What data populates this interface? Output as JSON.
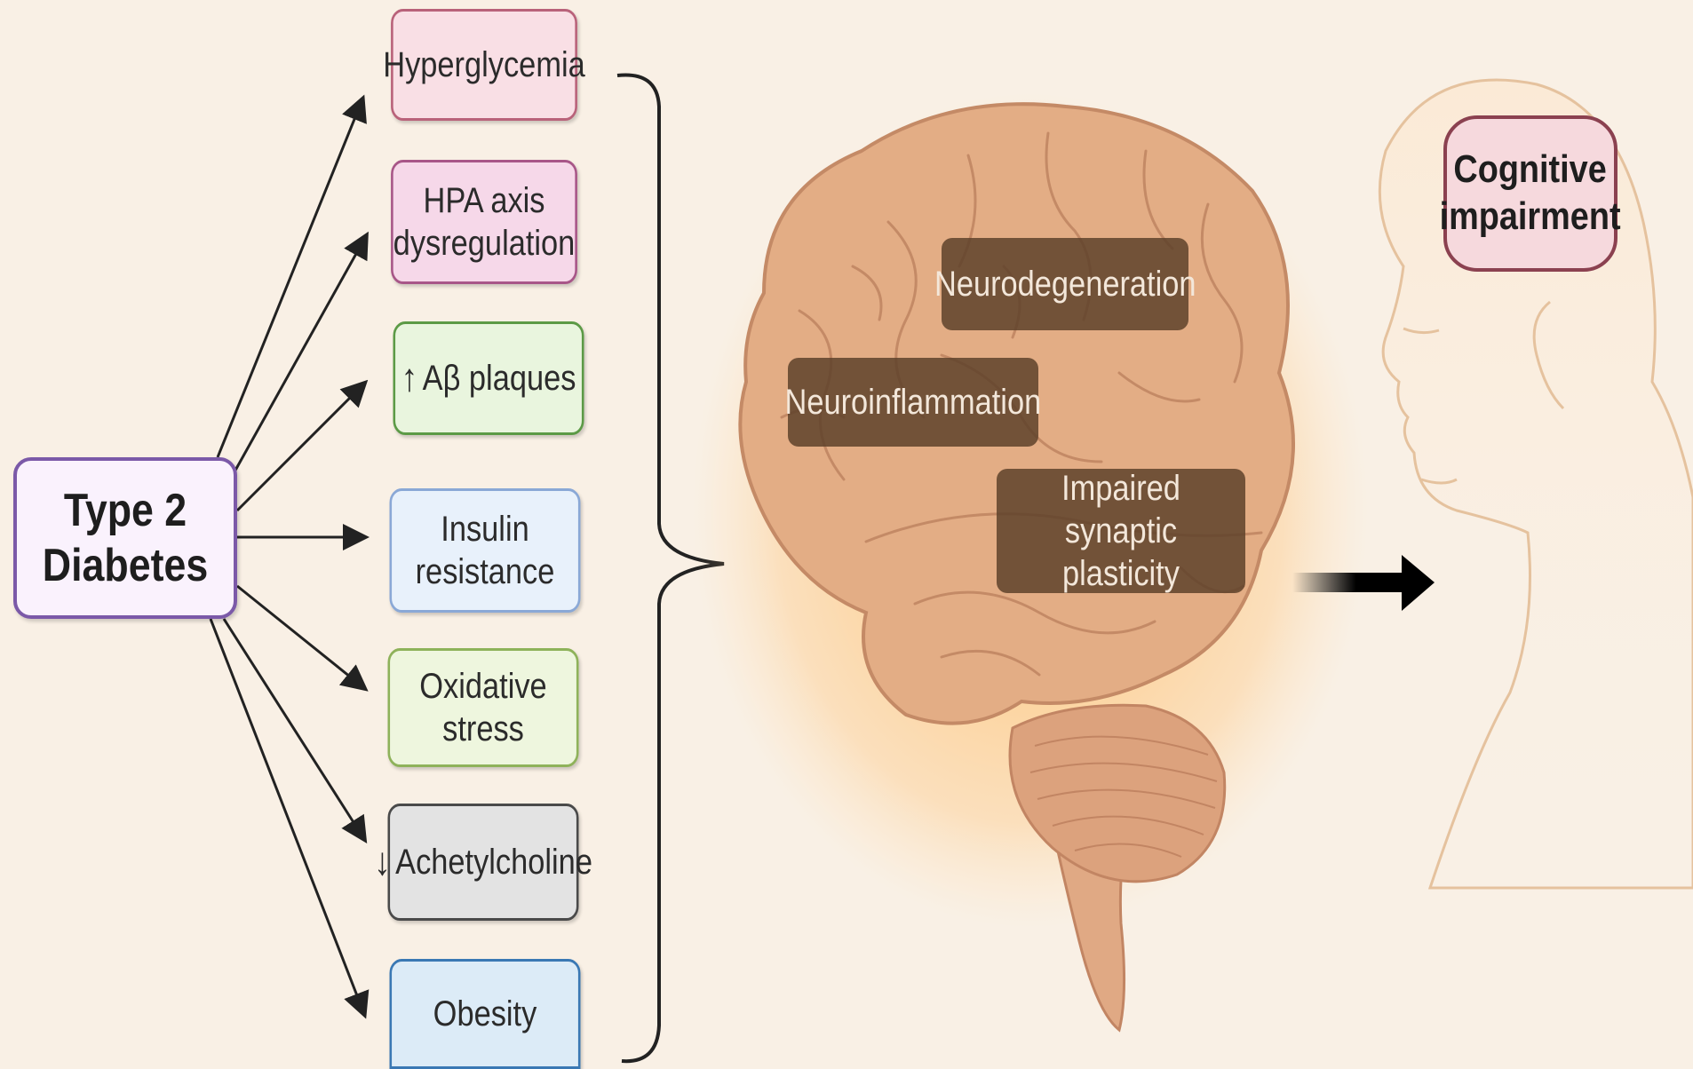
{
  "source": {
    "label": "Type 2 Diabetes"
  },
  "factors": [
    {
      "id": "hyperglycemia",
      "label": "Hyperglycemia",
      "prefix": "",
      "fill": "#f9dfe5",
      "border": "#b9627a"
    },
    {
      "id": "hpa",
      "label": "HPA axis dysregulation",
      "prefix": "",
      "fill": "#f6d8e9",
      "border": "#a85688"
    },
    {
      "id": "abeta",
      "label": "Aβ plaques",
      "prefix": "↑",
      "fill": "#e9f5de",
      "border": "#5c9a46"
    },
    {
      "id": "insulin",
      "label": "Insulin resistance",
      "prefix": "",
      "fill": "#e8f1fb",
      "border": "#8aa8d6"
    },
    {
      "id": "oxidative",
      "label": "Oxidative stress",
      "prefix": "",
      "fill": "#eef6de",
      "border": "#8eb25a"
    },
    {
      "id": "ach",
      "label": "Achetylcholine",
      "prefix": "↓",
      "fill": "#e3e3e3",
      "border": "#4a4a4a"
    },
    {
      "id": "obesity",
      "label": "Obesity",
      "prefix": "",
      "fill": "#dcebf7",
      "border": "#3a78b4"
    }
  ],
  "brain_effects": {
    "neurodegeneration": "Neurodegeneration",
    "neuroinflammation": "Neuroinflammation",
    "synaptic": "Impaired synaptic plasticity"
  },
  "outcome": {
    "label": "Cognitive impairment"
  },
  "colors": {
    "background": "#f9f0e5",
    "brain": "#e3ad85",
    "brain_glow": "#ffb347",
    "arrows": "#222222"
  }
}
